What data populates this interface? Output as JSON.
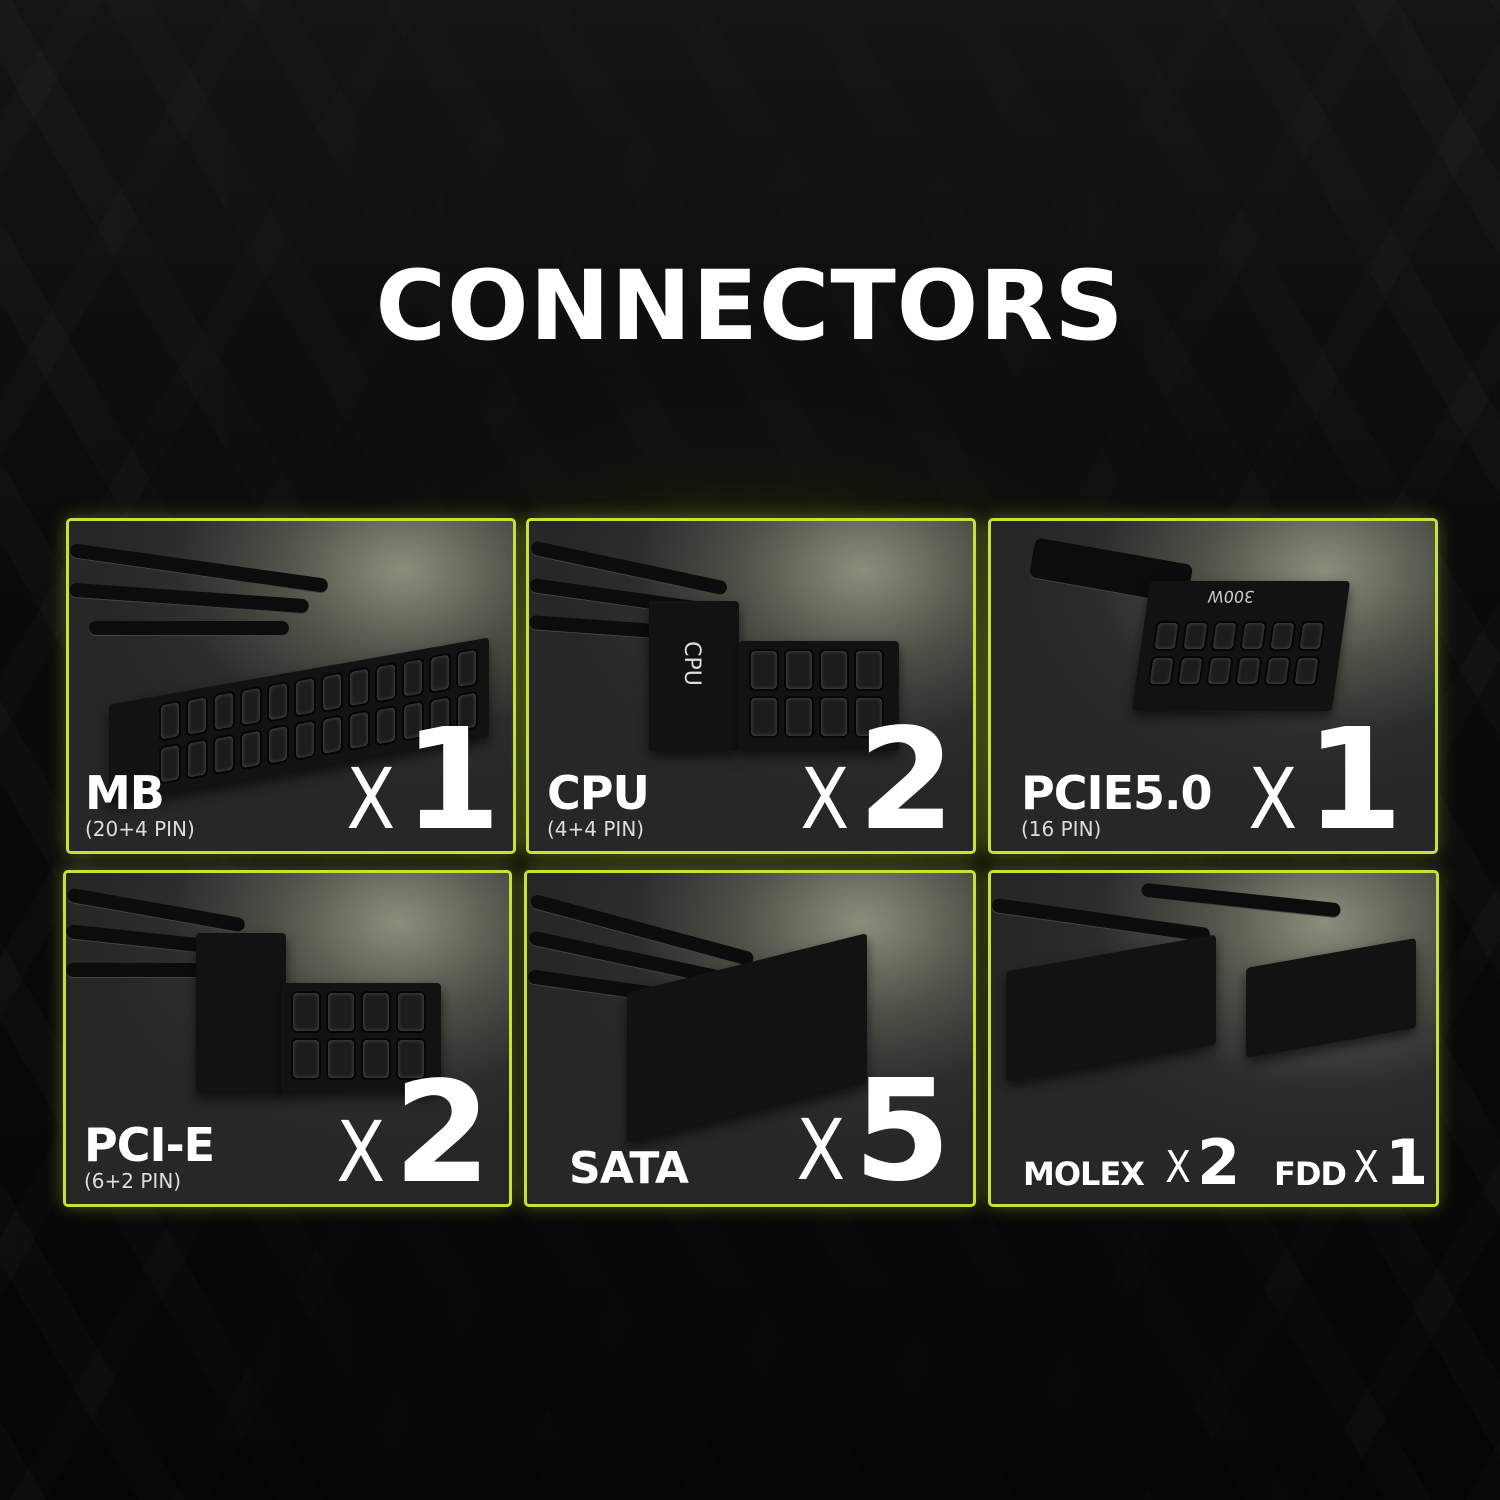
{
  "title": "CONNECTORS",
  "accent_color": "#c6e23a",
  "cards": [
    {
      "name": "MB",
      "spec": "(20+4 PIN)",
      "prefix": "X",
      "count": "1"
    },
    {
      "name": "CPU",
      "spec": "(4+4 PIN)",
      "prefix": "X",
      "count": "2",
      "connector_marking": "CPU"
    },
    {
      "name": "PCIE5.0",
      "spec": "(16 PIN)",
      "prefix": "X",
      "count": "1",
      "connector_marking": "300W"
    },
    {
      "name": "PCI-E",
      "spec": "(6+2 PIN)",
      "prefix": "X",
      "count": "2"
    },
    {
      "name": "SATA",
      "prefix": "X",
      "count": "5"
    },
    {
      "name": "MOLEX",
      "prefix": "X",
      "count": "2",
      "name2": "FDD",
      "prefix2": "X",
      "count2": "1"
    }
  ]
}
